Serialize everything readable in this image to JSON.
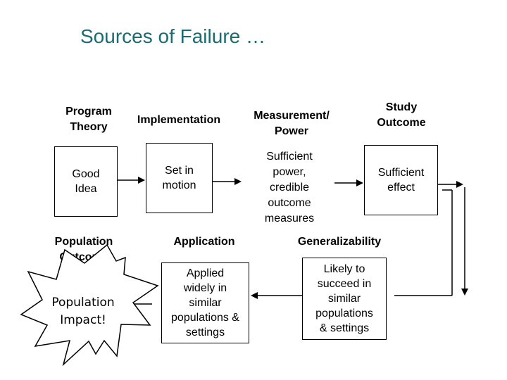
{
  "title": "Sources of Failure …",
  "headers": {
    "program_theory": "Program\nTheory",
    "implementation": "Implementation",
    "measurement": "Measurement/\nPower",
    "study_outcome": "Study\nOutcome",
    "population_outcome": "Population\nOutcome",
    "application": "Application",
    "generalizability": "Generalizability"
  },
  "boxes": {
    "good_idea": "Good\nIdea",
    "set_in_motion": "Set in\nmotion",
    "sufficient_power": "Sufficient\npower,\ncredible\noutcome\nmeasures",
    "sufficient_effect": "Sufficient\neffect",
    "applied_widely": "Applied\nwidely in\nsimilar\npopulations &\nsettings",
    "likely_to_succeed": "Likely to\nsucceed in\nsimilar\npopulations\n& settings",
    "population_impact": "Population\nImpact!"
  }
}
